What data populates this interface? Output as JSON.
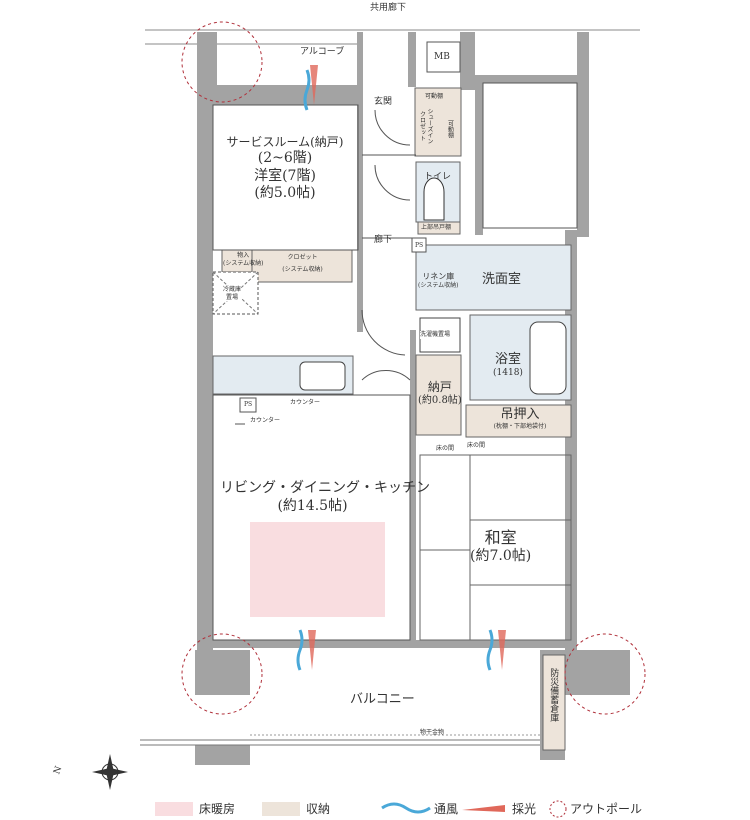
{
  "colors": {
    "wall": "#a3a3a3",
    "storage": "#ede4da",
    "wet": "#e3ebf1",
    "floor_heating": "#f9dde0",
    "wind": "#4aa8d8",
    "light": "#e0685a",
    "outpole": "#b0303a"
  },
  "labels": {
    "corridor_common": "共用廊下",
    "alcove": "アルコーブ",
    "mb": "MB",
    "entrance": "玄関",
    "movable_shelf_1": "可動棚",
    "shoes_in_closet": "シューズイン\nクロゼット",
    "movable_shelf_2": "可動棚",
    "toilet": "トイレ",
    "upper_cabinet": "上部吊戸棚",
    "hallway": "廊下",
    "service_room": "サービスルーム(納戸)",
    "service_room_floors": "(2~6階)",
    "western_room": "洋室(7階)",
    "service_room_size": "(約5.0帖)",
    "storage": "物入",
    "storage_system": "(システム収納)",
    "closet": "クロゼット",
    "closet_system": "(システム収納)",
    "fridge": "冷蔵庫\n置場",
    "ps_1": "PS",
    "ps_2": "PS",
    "linen": "リネン庫",
    "linen_system": "(システム収納)",
    "washroom": "洗面室",
    "washer": "洗濯機置場",
    "bathroom": "浴室",
    "bathroom_size": "(1418)",
    "counter_1": "カウンター",
    "counter_2": "カウンター",
    "nando": "納戸",
    "nando_size": "(約0.8帖)",
    "closet_upper": "吊押入",
    "closet_upper_note": "(枕棚・下部地袋付)",
    "tokonoma_1": "床の間",
    "tokonoma_2": "床の間",
    "ldk": "リビング・ダイニング・キッチン",
    "ldk_size": "(約14.5帖)",
    "japanese_room": "和室",
    "japanese_room_size": "(約7.0帖)",
    "balcony": "バルコニー",
    "drying_hardware": "物干金物",
    "emergency_storage": "防災備蓄倉庫",
    "compass_n": "N"
  },
  "legend": [
    {
      "label": "床暖房",
      "icon": "pink-swatch"
    },
    {
      "label": "収納",
      "icon": "beige-swatch"
    },
    {
      "label": "通風",
      "icon": "wind-wave-icon"
    },
    {
      "label": "採光",
      "icon": "light-icon"
    },
    {
      "label": "アウトポール",
      "icon": "dashed-circle-icon"
    }
  ]
}
